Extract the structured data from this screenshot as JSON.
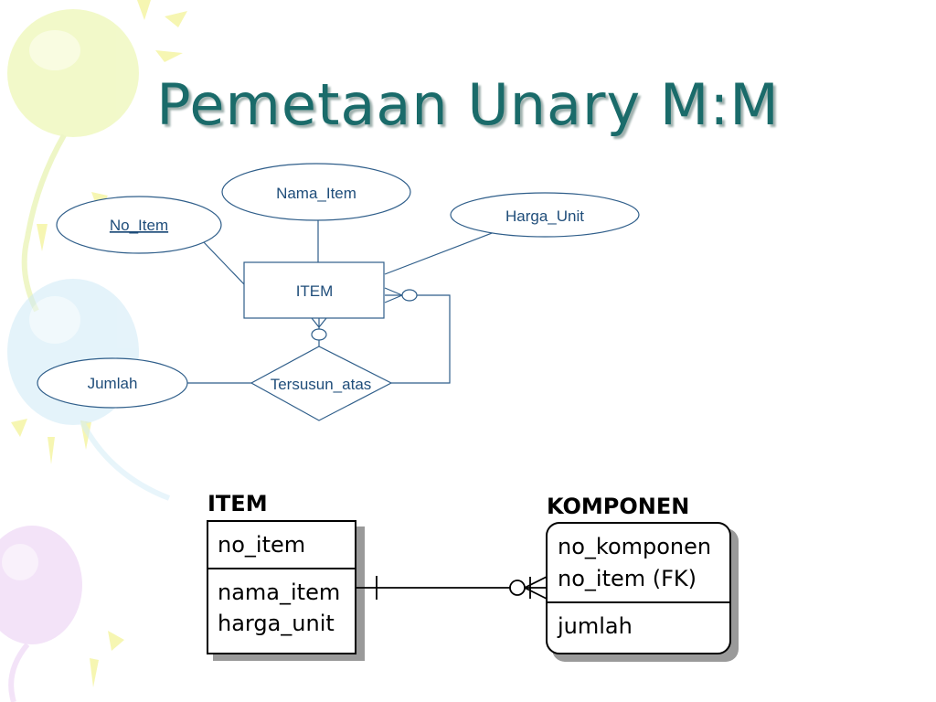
{
  "slide": {
    "title": "Pemetaan Unary M:M",
    "colors": {
      "title": "#1a6b6a",
      "er_stroke": "#2f5e8a",
      "er_text": "#1f4d7a",
      "relational_stroke": "#000000"
    }
  },
  "er_diagram": {
    "entity": "ITEM",
    "relationship": "Tersusun_atas",
    "attributes": {
      "key": "No_Item",
      "name": "Nama_Item",
      "price": "Harga_Unit",
      "relationship_attribute": "Jumlah"
    }
  },
  "relational_model": {
    "item_table": {
      "name": "ITEM",
      "key_fields": [
        "no_item"
      ],
      "other_fields": [
        "nama_item",
        "harga_unit"
      ]
    },
    "komponen_table": {
      "name": "KOMPONEN",
      "key_fields": [
        "no_komponen",
        "no_item (FK)"
      ],
      "other_fields": [
        "jumlah"
      ]
    }
  }
}
